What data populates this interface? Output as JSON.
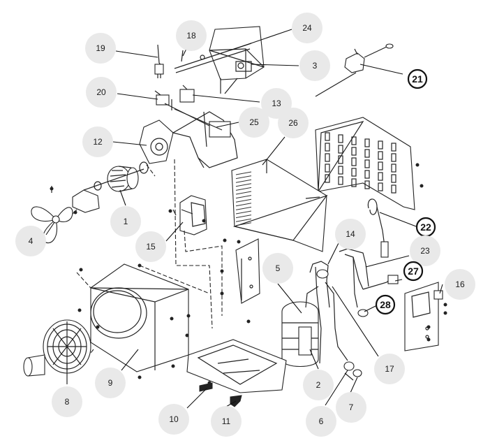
{
  "callouts": [
    {
      "id": "1",
      "label": "1",
      "style": "shaded"
    },
    {
      "id": "2",
      "label": "2",
      "style": "shaded"
    },
    {
      "id": "3",
      "label": "3",
      "style": "shaded"
    },
    {
      "id": "4",
      "label": "4",
      "style": "shaded"
    },
    {
      "id": "5",
      "label": "5",
      "style": "shaded"
    },
    {
      "id": "6",
      "label": "6",
      "style": "shaded"
    },
    {
      "id": "7",
      "label": "7",
      "style": "shaded"
    },
    {
      "id": "8",
      "label": "8",
      "style": "shaded"
    },
    {
      "id": "9",
      "label": "9",
      "style": "shaded"
    },
    {
      "id": "10",
      "label": "10",
      "style": "shaded"
    },
    {
      "id": "11",
      "label": "11",
      "style": "shaded"
    },
    {
      "id": "12",
      "label": "12",
      "style": "shaded"
    },
    {
      "id": "13",
      "label": "13",
      "style": "shaded"
    },
    {
      "id": "14",
      "label": "14",
      "style": "shaded"
    },
    {
      "id": "15",
      "label": "15",
      "style": "shaded"
    },
    {
      "id": "16",
      "label": "16",
      "style": "shaded"
    },
    {
      "id": "17",
      "label": "17",
      "style": "shaded"
    },
    {
      "id": "18",
      "label": "18",
      "style": "shaded"
    },
    {
      "id": "19",
      "label": "19",
      "style": "shaded"
    },
    {
      "id": "20",
      "label": "20",
      "style": "shaded"
    },
    {
      "id": "21",
      "label": "21",
      "style": "ringed"
    },
    {
      "id": "22",
      "label": "22",
      "style": "ringed"
    },
    {
      "id": "23",
      "label": "23",
      "style": "shaded"
    },
    {
      "id": "24",
      "label": "24",
      "style": "shaded"
    },
    {
      "id": "25",
      "label": "25",
      "style": "shaded"
    },
    {
      "id": "26",
      "label": "26",
      "style": "shaded"
    },
    {
      "id": "27",
      "label": "27",
      "style": "ringed"
    },
    {
      "id": "28",
      "label": "28",
      "style": "ringed"
    }
  ],
  "colors": {
    "callout_fill": "#e9e9e9",
    "line": "#222222",
    "background": "#ffffff"
  }
}
